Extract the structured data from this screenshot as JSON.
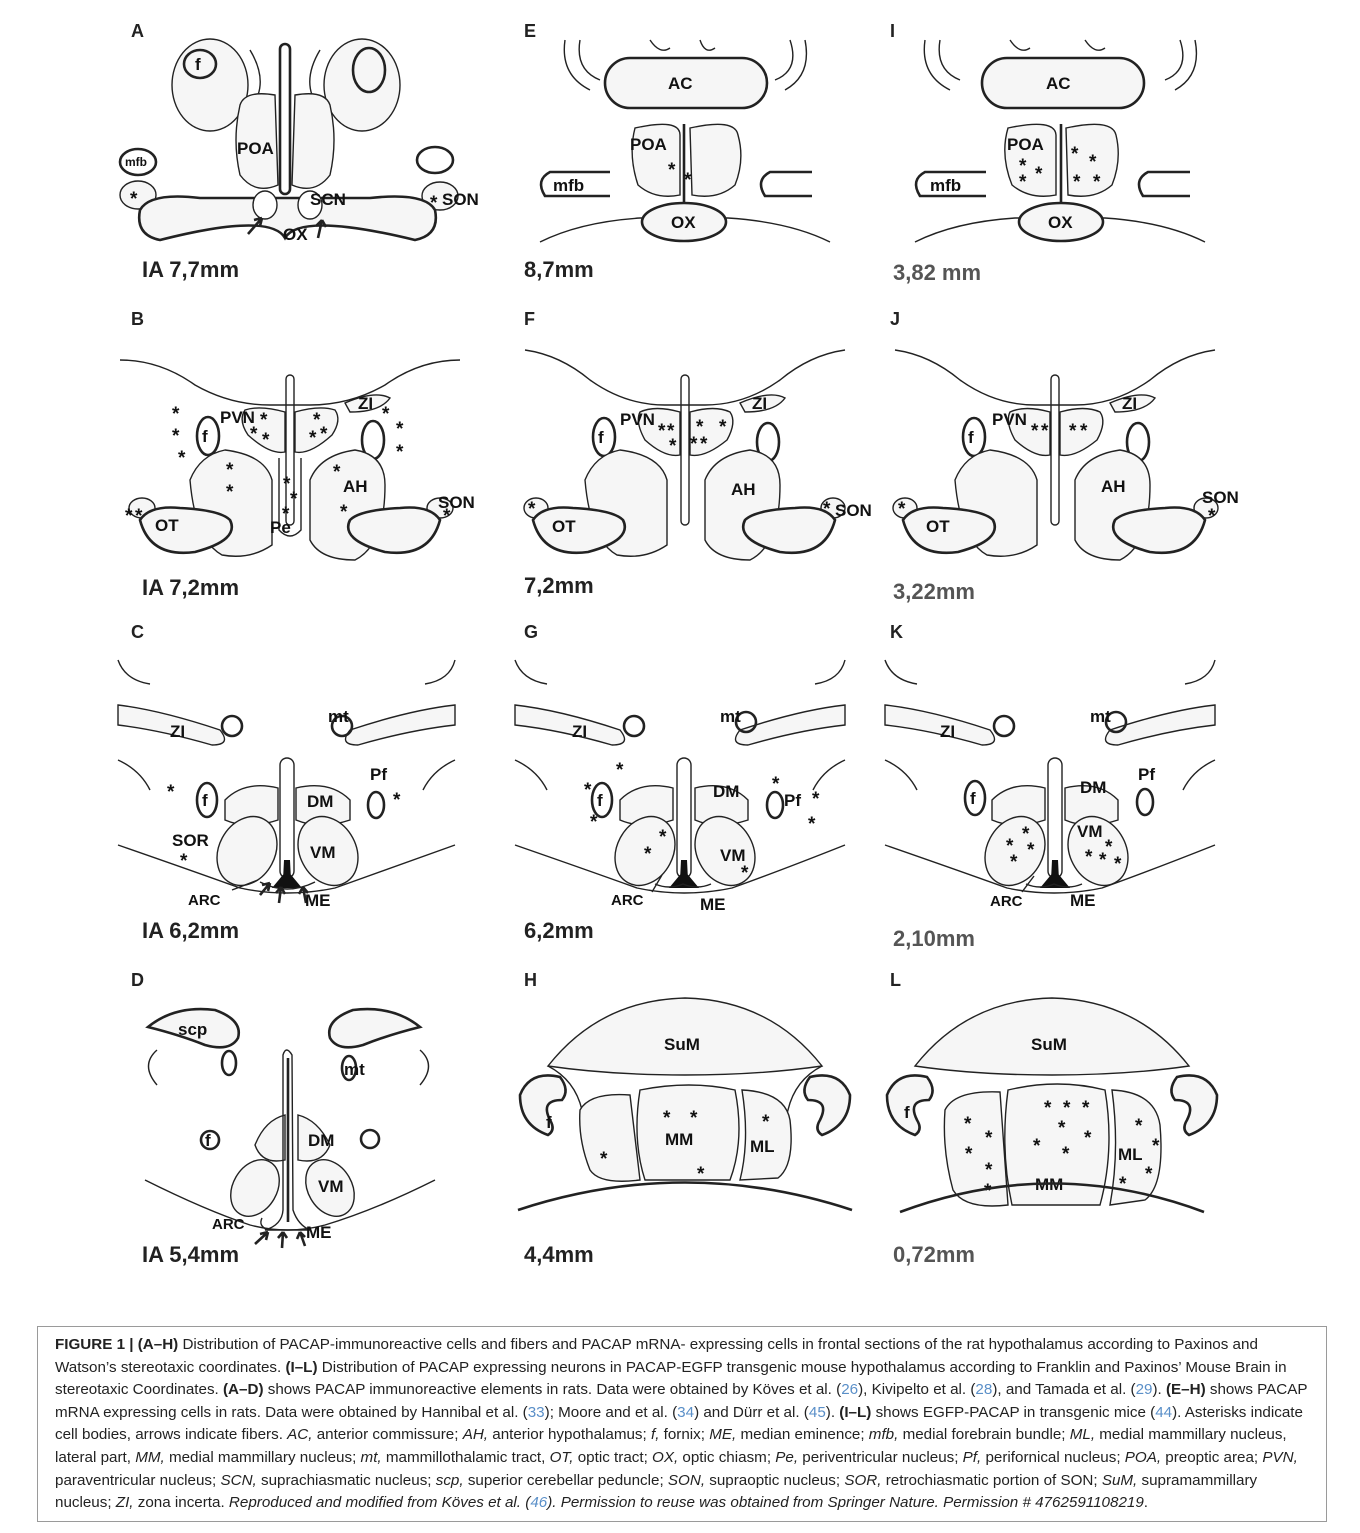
{
  "panels": {
    "A": {
      "letter": "A",
      "coord": "IA 7,7mm",
      "labels": {
        "f": "f",
        "mfb": "mfb",
        "poa": "POA",
        "scn": "SCN",
        "son": "SON",
        "ox": "OX"
      }
    },
    "B": {
      "letter": "B",
      "coord": "IA 7,2mm",
      "labels": {
        "zi": "ZI",
        "pvn": "PVN",
        "f": "f",
        "ah": "AH",
        "son": "SON",
        "ot": "OT",
        "pe": "Pe"
      }
    },
    "C": {
      "letter": "C",
      "coord": "IA 6,2mm",
      "labels": {
        "zi": "ZI",
        "mt": "mt",
        "pf": "Pf",
        "dm": "DM",
        "f": "f",
        "sor": "SOR",
        "vm": "VM",
        "arc": "ARC",
        "me": "ME"
      }
    },
    "D": {
      "letter": "D",
      "coord": "IA 5,4mm",
      "labels": {
        "scp": "scp",
        "mt": "mt",
        "f": "f",
        "dm": "DM",
        "vm": "VM",
        "arc": "ARC",
        "me": "ME"
      }
    },
    "E": {
      "letter": "E",
      "coord": "8,7mm",
      "labels": {
        "ac": "AC",
        "poa": "POA",
        "mfb": "mfb",
        "ox": "OX"
      }
    },
    "F": {
      "letter": "F",
      "coord": "7,2mm",
      "labels": {
        "zi": "ZI",
        "pvn": "PVN",
        "f": "f",
        "ah": "AH",
        "ot": "OT",
        "son": "SON"
      }
    },
    "G": {
      "letter": "G",
      "coord": "6,2mm",
      "labels": {
        "zi": "ZI",
        "mt": "mt",
        "dm": "DM",
        "pf": "Pf",
        "f": "f",
        "vm": "VM",
        "arc": "ARC",
        "me": "ME"
      }
    },
    "H": {
      "letter": "H",
      "coord": "4,4mm",
      "labels": {
        "sum": "SuM",
        "f": "f",
        "mm": "MM",
        "ml": "ML"
      }
    },
    "I": {
      "letter": "I",
      "coord": "3,82 mm",
      "labels": {
        "ac": "AC",
        "poa": "POA",
        "mfb": "mfb",
        "ox": "OX"
      }
    },
    "J": {
      "letter": "J",
      "coord": "3,22mm",
      "labels": {
        "zi": "ZI",
        "pvn": "PVN",
        "f": "f",
        "ah": "AH",
        "son": "SON",
        "ot": "OT"
      }
    },
    "K": {
      "letter": "K",
      "coord": "2,10mm",
      "labels": {
        "zi": "ZI",
        "mt": "mt",
        "pf": "Pf",
        "dm": "DM",
        "f": "f",
        "vm": "VM",
        "arc": "ARC",
        "me": "ME"
      }
    },
    "L": {
      "letter": "L",
      "coord": "0,72mm",
      "labels": {
        "sum": "SuM",
        "f": "f",
        "mm": "MM",
        "ml": "ML"
      }
    }
  },
  "marker": {
    "cell_body": "*"
  },
  "caption": {
    "fig": "FIGURE 1 | ",
    "a_h": "(A–H)",
    "s1": " Distribution of PACAP-immunoreactive cells and fibers and PACAP mRNA- expressing cells in frontal sections of the rat hypothalamus according to Paxinos and Watson’s stereotaxic coordinates. ",
    "i_l": "(I–L)",
    "s2": " Distribution of PACAP expressing neurons in PACAP-EGFP transgenic mouse hypothalamus according to Franklin and Paxinos’ Mouse Brain in stereotaxic Coordinates. ",
    "a_d": "(A–D)",
    "s3": " shows PACAP immunoreactive elements in rats. Data were obtained by Köves et al. (",
    "r26": "26",
    "s4": "), Kivipelto et al. (",
    "r28": "28",
    "s5": "), and Tamada et al. (",
    "r29": "29",
    "s6": "). ",
    "e_h": "(E–H)",
    "s7": " shows PACAP mRNA expressing cells in rats. Data were obtained by Hannibal et al. (",
    "r33": "33",
    "s8": "); Moore and et al. (",
    "r34": "34",
    "s9": ") and Dürr et al. (",
    "r45": "45",
    "s10": "). ",
    "i_l2": "(I–L)",
    "s11": " shows EGFP-PACAP in transgenic mice (",
    "r44": "44",
    "s12": "). Asterisks indicate cell bodies, arrows indicate fibers. ",
    "ac": "AC,",
    "d_ac": " anterior commissure; ",
    "ah": "AH,",
    "d_ah": " anterior hypothalamus; ",
    "f": "f,",
    "d_f": " fornix; ",
    "me": "ME,",
    "d_me": " median eminence; ",
    "mfb": "mfb,",
    "d_mfb": " medial forebrain bundle; ",
    "ml": "ML,",
    "d_ml": " medial mammillary nucleus, lateral part, ",
    "mm": "MM,",
    "d_mm": " medial mammillary nucleus; ",
    "mt": "mt,",
    "d_mt": " mammillothalamic tract, ",
    "ot": "OT,",
    "d_ot": " optic tract; ",
    "ox": "OX,",
    "d_ox": " optic chiasm; ",
    "pe": "Pe,",
    "d_pe": " periventricular nucleus; ",
    "pf": "Pf,",
    "d_pf": " perifornical nucleus; ",
    "poa": "POA,",
    "d_poa": " preoptic area; ",
    "pvn": "PVN,",
    "d_pvn": " paraventricular nucleus; ",
    "scn": "SCN,",
    "d_scn": " suprachiasmatic nucleus; ",
    "scp": "scp,",
    "d_scp": " superior cerebellar peduncle; ",
    "son": "SON,",
    "d_son": " supraoptic nucleus; ",
    "sor": "SOR,",
    "d_sor": " retrochiasmatic portion of SON; ",
    "sum": "SuM,",
    "d_sum": " supramammillary nucleus; ",
    "zi": "ZI,",
    "d_zi": " zona incerta. ",
    "repro": "Reproduced and modified from Köves et al. (",
    "r46": "46",
    "perm": "). Permission to reuse was obtained from Springer Nature. Permission # 4762591108219",
    "end": "."
  }
}
